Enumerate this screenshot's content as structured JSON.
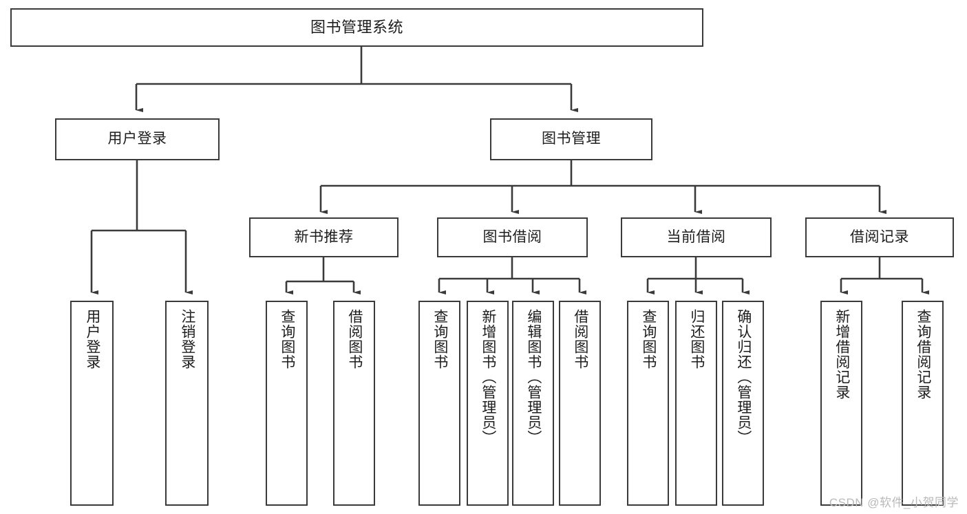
{
  "diagram": {
    "title": "图书管理系统",
    "type": "hierarchy-tree",
    "watermark": "CSDN @软件_小贺同学",
    "line_color": "#3a3a3a",
    "background_color": "#ffffff",
    "text_color": "#1d1d1d"
  },
  "nodes": {
    "root": {
      "label": "图书管理系统"
    },
    "level1": [
      {
        "label": "用户登录"
      },
      {
        "label": "图书管理"
      }
    ],
    "level2": [
      {
        "label": "新书推荐"
      },
      {
        "label": "图书借阅"
      },
      {
        "label": "当前借阅"
      },
      {
        "label": "借阅记录"
      }
    ],
    "leaves": {
      "user_login": [
        {
          "label": "用户登录"
        },
        {
          "label": "注销登录"
        }
      ],
      "new_book_recommend": [
        {
          "label": "查询图书"
        },
        {
          "label": "借阅图书"
        }
      ],
      "book_borrow": [
        {
          "label": "查询图书"
        },
        {
          "label": "新增图书（管理员）"
        },
        {
          "label": "编辑图书（管理员）"
        },
        {
          "label": "借阅图书"
        }
      ],
      "current_borrow": [
        {
          "label": "查询图书"
        },
        {
          "label": "归还图书"
        },
        {
          "label": "确认归还（管理员）"
        }
      ],
      "borrow_record": [
        {
          "label": "新增借阅记录"
        },
        {
          "label": "查询借阅记录"
        }
      ]
    }
  }
}
